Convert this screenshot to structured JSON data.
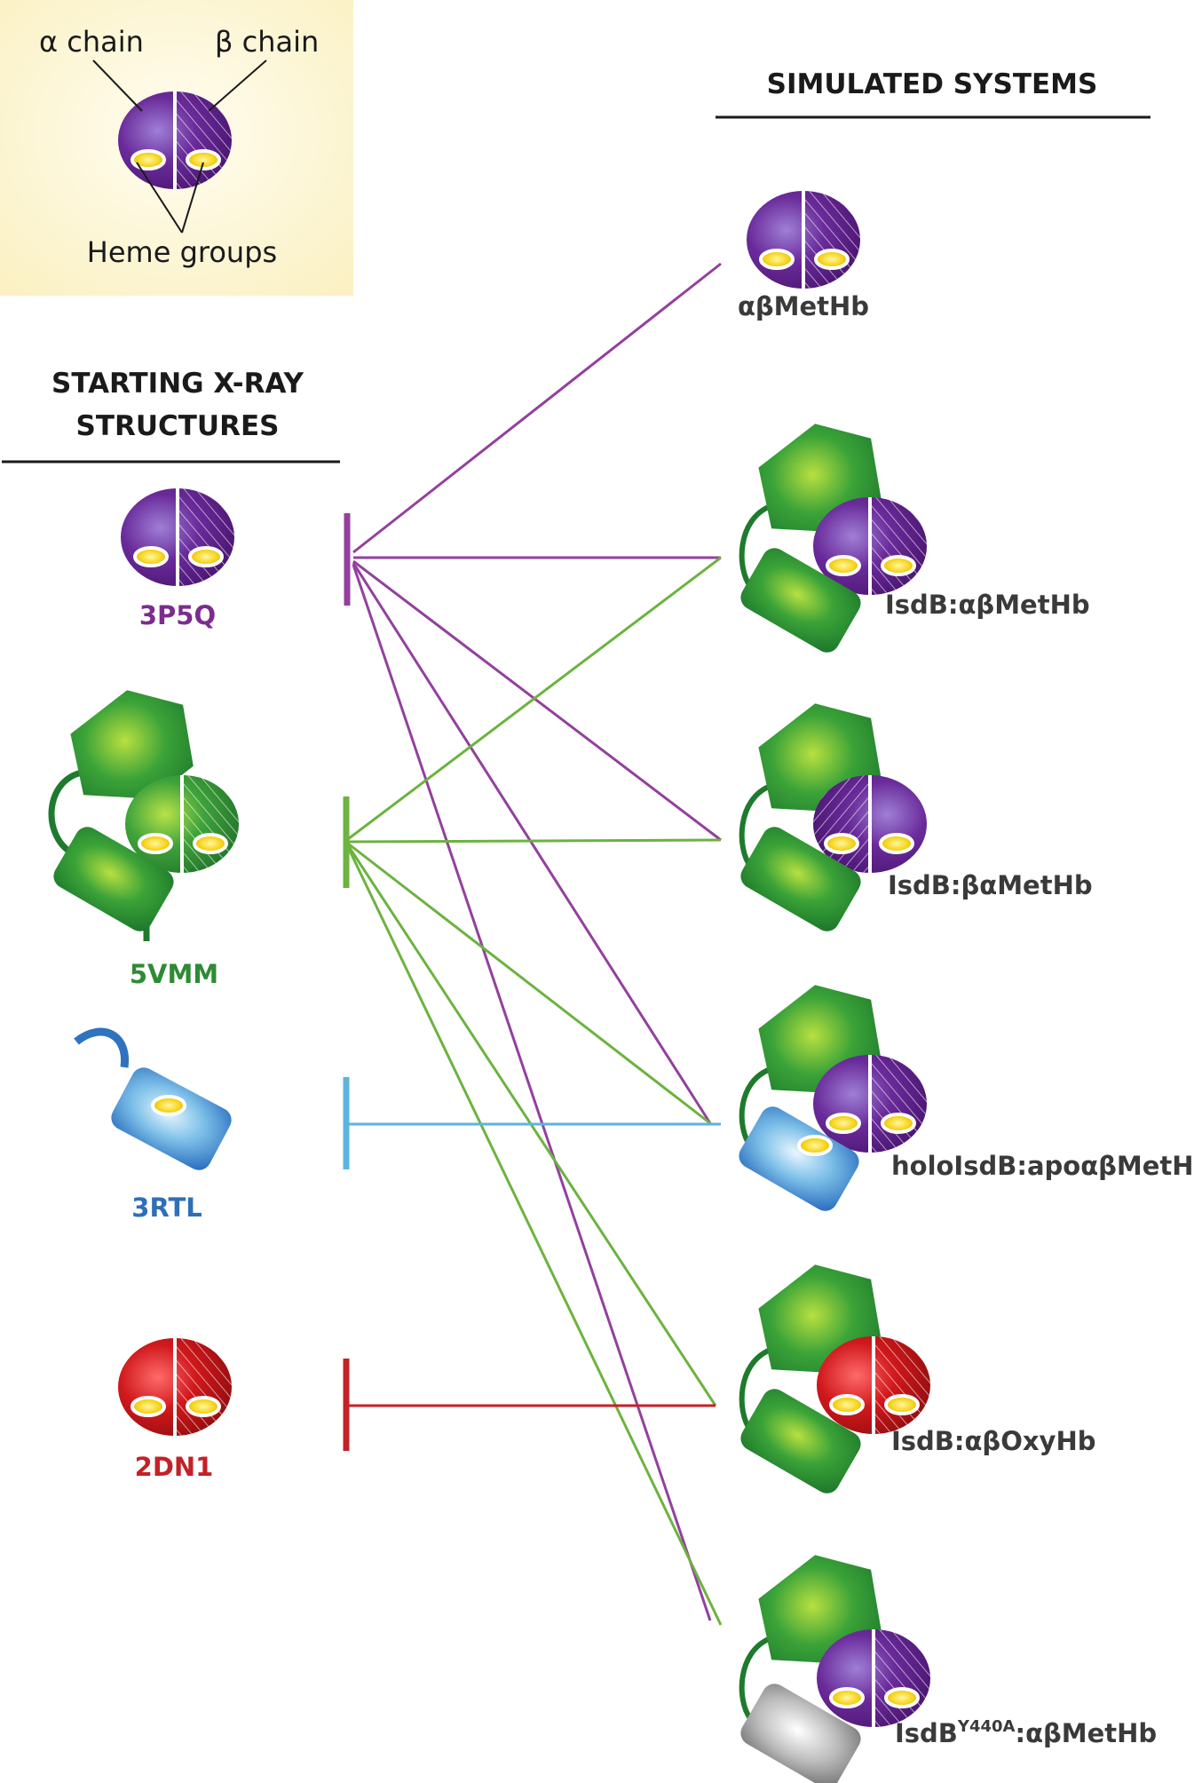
{
  "legend": {
    "alpha_label": "α chain",
    "beta_label": "β chain",
    "heme_label": "Heme groups",
    "background": "#fdf6cf"
  },
  "headers": {
    "starting_line1": "STARTING X-RAY",
    "starting_line2": "STRUCTURES",
    "simulated": "SIMULATED SYSTEMS"
  },
  "structures": [
    {
      "code": "3P5Q",
      "color": "#7b2d8e"
    },
    {
      "code": "5VMM",
      "color": "#2e8b35"
    },
    {
      "code": "3RTL",
      "color": "#2f6fb7"
    },
    {
      "code": "2DN1",
      "color": "#c42127"
    }
  ],
  "systems": [
    {
      "name": "αβMetHb"
    },
    {
      "name": "IsdB:αβMetHb"
    },
    {
      "name": "IsdB:βαMetHb"
    },
    {
      "name": "holoIsdB:apoαβMetHb"
    },
    {
      "name": "IsdB:αβOxyHb"
    },
    {
      "name_main": "IsdB",
      "name_sup": "Y440A",
      "name_rest": ":αβMetHb"
    }
  ],
  "connections": [
    {
      "from": "3P5Q",
      "to": "αβMetHb",
      "color": "#93409e"
    },
    {
      "from": "3P5Q",
      "to": "IsdB:αβMetHb",
      "color": "#93409e"
    },
    {
      "from": "3P5Q",
      "to": "IsdB:βαMetHb",
      "color": "#93409e"
    },
    {
      "from": "3P5Q",
      "to": "holoIsdB:apoαβMetHb",
      "color": "#93409e"
    },
    {
      "from": "3P5Q",
      "to": "IsdBY440A:αβMetHb",
      "color": "#93409e"
    },
    {
      "from": "5VMM",
      "to": "IsdB:αβMetHb",
      "color": "#6cb33f"
    },
    {
      "from": "5VMM",
      "to": "IsdB:βαMetHb",
      "color": "#6cb33f"
    },
    {
      "from": "5VMM",
      "to": "holoIsdB:apoαβMetHb",
      "color": "#6cb33f"
    },
    {
      "from": "5VMM",
      "to": "IsdB:αβOxyHb",
      "color": "#6cb33f"
    },
    {
      "from": "5VMM",
      "to": "IsdBY440A:αβMetHb",
      "color": "#6cb33f"
    },
    {
      "from": "3RTL",
      "to": "holoIsdB:apoαβMetHb",
      "color": "#5bb4de"
    },
    {
      "from": "2DN1",
      "to": "IsdB:αβOxyHb",
      "color": "#c42127"
    }
  ]
}
